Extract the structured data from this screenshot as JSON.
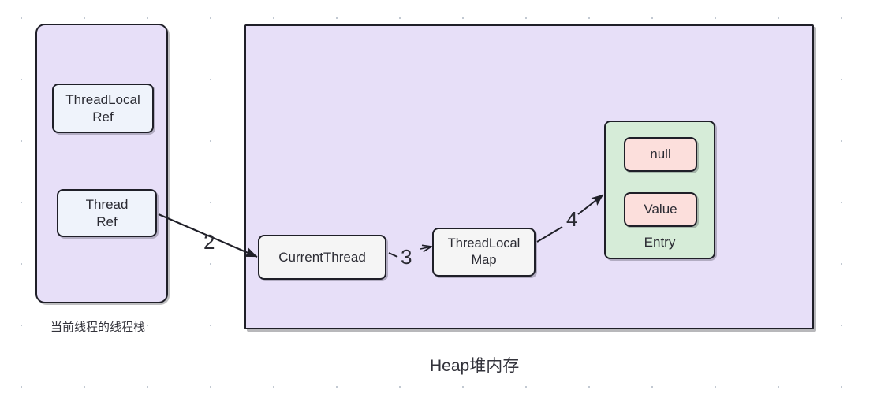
{
  "diagram": {
    "title_heap": "Heap堆内存",
    "title_stack": "当前线程的线程栈",
    "nodes": {
      "threadlocal_ref": "ThreadLocal\nRef",
      "thread_ref": "Thread\nRef",
      "current_thread": "CurrentThread",
      "threadlocal_map": "ThreadLocal\nMap",
      "entry_null": "null",
      "entry_value": "Value",
      "entry_label": "Entry"
    },
    "arrows": [
      {
        "id": "arrow-2",
        "label": "2",
        "from": "thread-ref",
        "to": "current-thread"
      },
      {
        "id": "arrow-3",
        "label": "3",
        "from": "current-thread",
        "to": "threadlocal-map"
      },
      {
        "id": "arrow-4",
        "label": "4",
        "from": "threadlocal-map",
        "to": "entry-box"
      }
    ],
    "colors": {
      "container_fill": "#e7dff8",
      "ref_box_fill": "#eff3fb",
      "plain_box_fill": "#f5f5f5",
      "entry_fill": "#d6ecd8",
      "slot_fill": "#fcdfdc",
      "stroke": "#1f1f28",
      "text": "#2b2b33"
    }
  }
}
